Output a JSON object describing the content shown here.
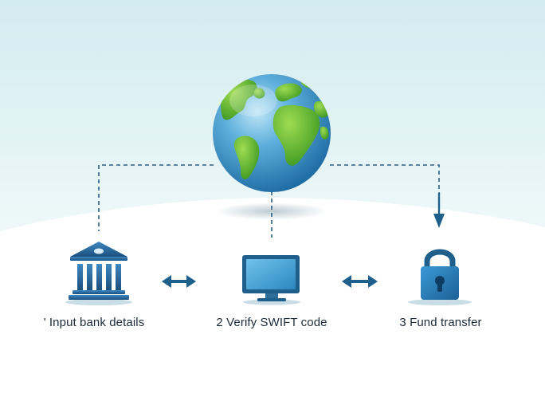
{
  "steps": [
    {
      "label": "' Input bank details",
      "icon": "bank-icon"
    },
    {
      "label": "2 Verify SWIFT code",
      "icon": "computer-monitor-icon"
    },
    {
      "label": "3 Fund transfer",
      "icon": "padlock-icon"
    }
  ],
  "center_icon": "globe-icon",
  "colors": {
    "primary_blue": "#1f5f8b",
    "ocean_blue": "#3d8fc4",
    "land_green": "#5cb531",
    "connector": "#2d5f83"
  }
}
